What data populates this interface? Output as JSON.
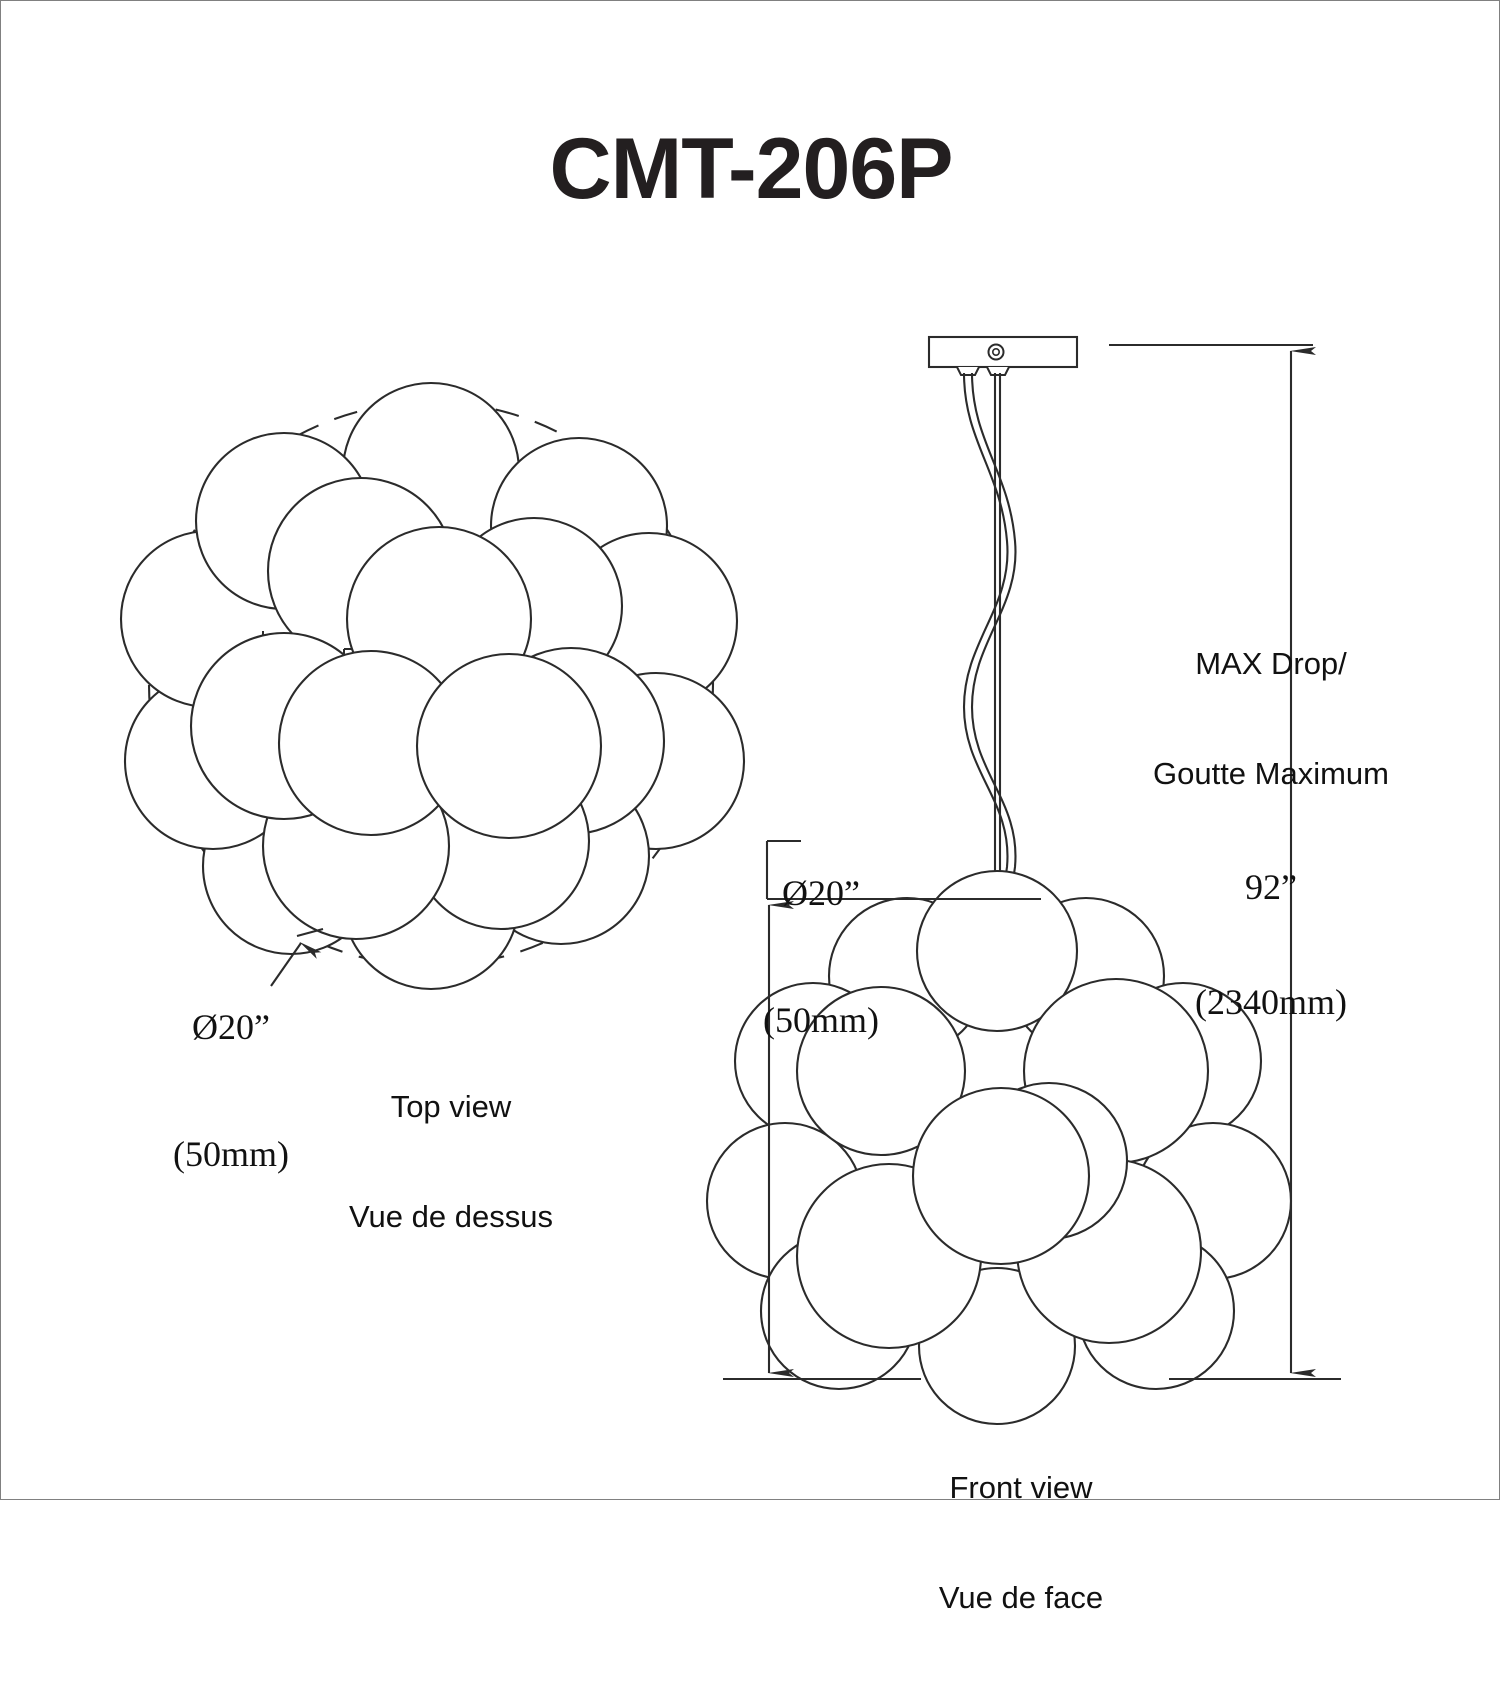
{
  "page": {
    "title": "CMT-206P",
    "background_color": "#ffffff",
    "line_color": "#2b2b2b",
    "border_color": "#808080",
    "text_color": "#111111"
  },
  "drawing": {
    "type": "technical-line-drawing",
    "product": "CMT-206P",
    "views": [
      {
        "id": "top-view",
        "caption_en": "Top view",
        "caption_fr": "Vue de dessus",
        "dimension": {
          "symbol": "Ø",
          "imperial": "Ø20”",
          "metric": "(50mm)"
        }
      },
      {
        "id": "front-view",
        "caption_en": "Front view",
        "caption_fr": "Vue de face",
        "dimension": {
          "symbol": "Ø",
          "imperial": "Ø20”",
          "metric": "(50mm)"
        }
      }
    ],
    "max_drop": {
      "label_en": "MAX Drop/",
      "label_fr": "Goutte Maximum",
      "imperial": "92”",
      "metric": "(2340mm)"
    }
  }
}
